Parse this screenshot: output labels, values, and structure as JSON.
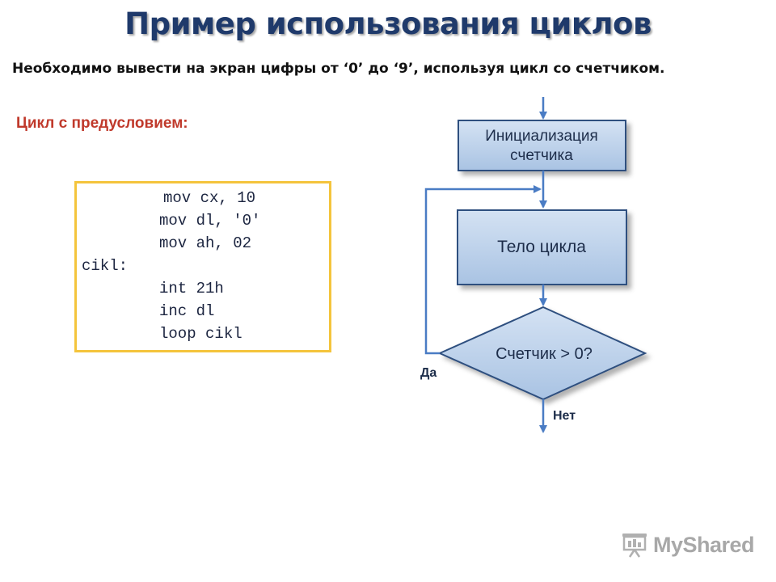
{
  "slide": {
    "title": "Пример использования циклов",
    "task": "Необходимо вывести на экран цифры от ‘0’ до ‘9’, используя цикл со счетчиком.",
    "subtitle": "Цикл с предусловием:"
  },
  "code": {
    "lines": [
      "mov cx, 10",
      "mov dl, '0'",
      "mov ah, 02",
      "cikl:",
      "int 21h",
      "inc dl",
      "loop cikl"
    ]
  },
  "flowchart": {
    "init_line1": "Инициализация",
    "init_line2": "счетчика",
    "body": "Тело цикла",
    "condition": "Счетчик > 0?",
    "yes_label": "Да",
    "no_label": "Нет",
    "colors": {
      "box_fill": "#b9cfe8",
      "box_stroke": "#2f4f7f",
      "arrow": "#4a7cc4"
    }
  },
  "watermark": {
    "text": "MyShared",
    "icon": "projector-screen-icon"
  }
}
